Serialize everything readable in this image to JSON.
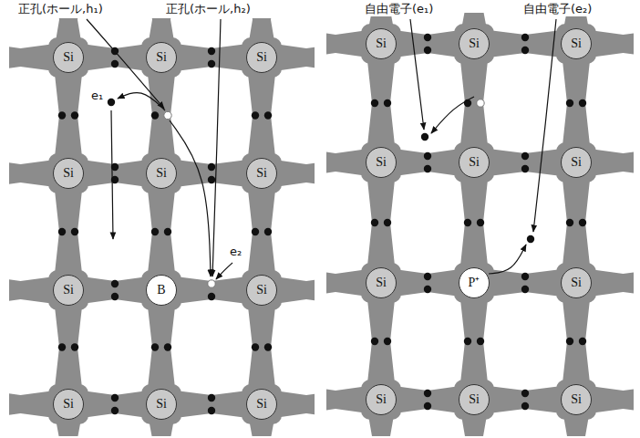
{
  "diagram": {
    "nodes": [
      {
        "text": [
          "Si"
        ]
      },
      {
        "text": [
          "Si"
        ]
      },
      {
        "text": [
          "Si"
        ]
      },
      {
        "text": [
          "Si"
        ]
      },
      {
        "text": [
          "Si"
        ]
      },
      {
        "text": [
          "Si"
        ]
      },
      {
        "text": [
          "Si"
        ]
      },
      {
        "text": [
          "B"
        ]
      },
      {
        "text": [
          "Si"
        ]
      },
      {
        "text": [
          "Si"
        ]
      },
      {
        "text": [
          "Si"
        ]
      },
      {
        "text": [
          "Si"
        ]
      },
      {
        "text": [
          "Si"
        ]
      },
      {
        "text": [
          "Si"
        ]
      },
      {
        "text": [
          "Si"
        ]
      },
      {
        "text": [
          "Si"
        ]
      },
      {
        "text": [
          "Si"
        ]
      },
      {
        "text": [
          "Si"
        ]
      },
      {
        "text": [
          "Si"
        ]
      },
      {
        "text": [
          "P⁺"
        ]
      },
      {
        "text": [
          "Si"
        ]
      },
      {
        "text": [
          "Si"
        ]
      },
      {
        "text": [
          "Si"
        ]
      },
      {
        "text": [
          "Si"
        ]
      }
    ],
    "labels": [
      "正孔(ホール,h₁)",
      "正孔(ホール,h₂)",
      "e₁",
      "e₂",
      "自由電子(e₁)",
      "自由電子(e₂)"
    ]
  }
}
